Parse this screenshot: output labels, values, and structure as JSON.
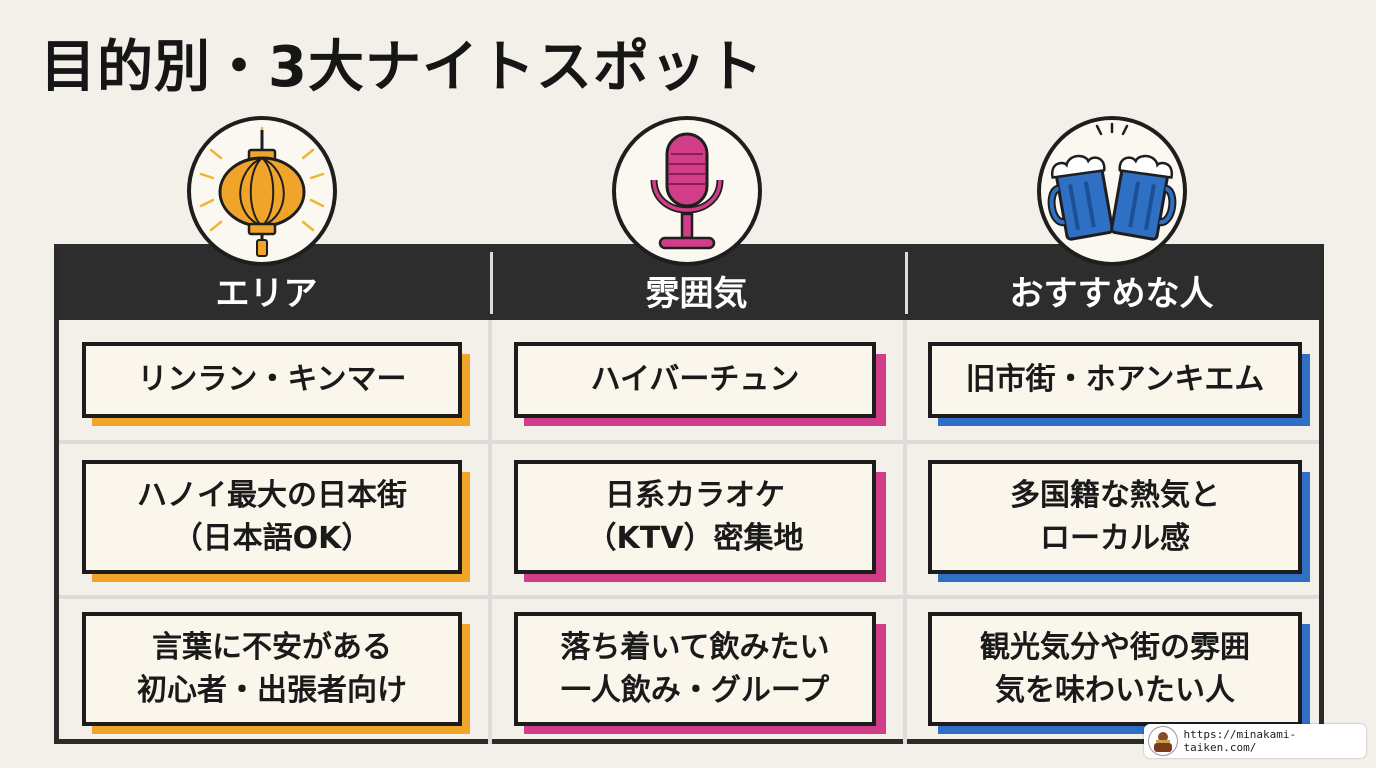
{
  "title": "目的別・3大ナイトスポット",
  "columns": [
    {
      "header": "エリア",
      "icon": "lantern-icon",
      "accent": "#f0a52a"
    },
    {
      "header": "雰囲気",
      "icon": "microphone-icon",
      "accent": "#d23d8a"
    },
    {
      "header": "おすすめな人",
      "icon": "beer-mugs-icon",
      "accent": "#2f6fc4"
    }
  ],
  "rows": [
    [
      "リンラン・キンマー",
      "ハイバーチュン",
      "旧市街・ホアンキエム"
    ],
    [
      "ハノイ最大の日本街\n（日本語OK）",
      "日系カラオケ\n（KTV）密集地",
      "多国籍な熱気と\nローカル感"
    ],
    [
      "言葉に不安がある\n初心者・出張者向け",
      "落ち着いて飲みたい\n一人飲み・グループ",
      "観光気分や街の雰囲\n気を味わいたい人"
    ]
  ],
  "footer": {
    "url": "https://minakami-taiken.com/"
  }
}
